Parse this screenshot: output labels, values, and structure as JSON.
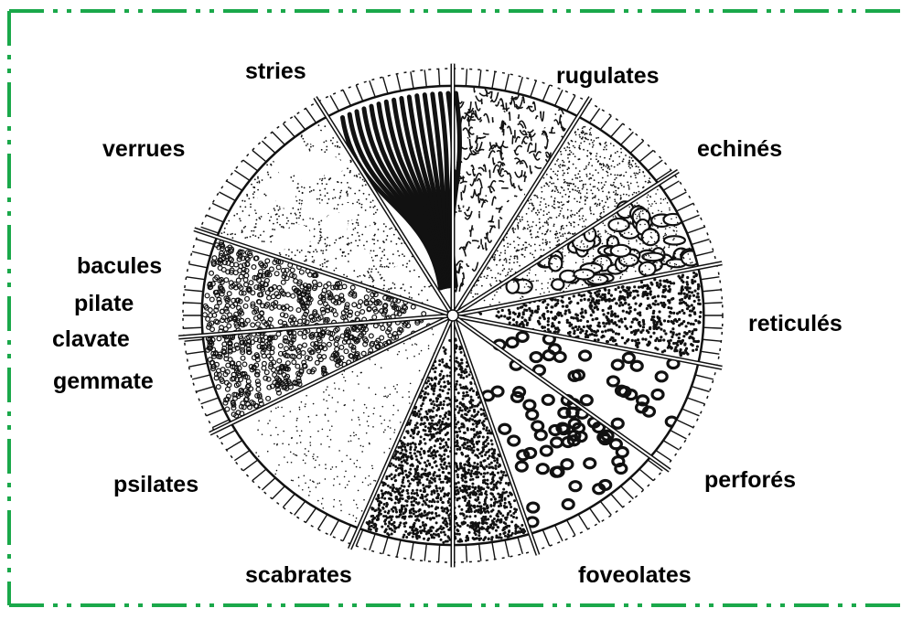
{
  "colors": {
    "border": "#1aa84a",
    "ink": "#111111",
    "background": "#ffffff"
  },
  "labels": {
    "stries": "stries",
    "rugulates": "rugulates",
    "verrues": "verrues",
    "echines": "echinés",
    "bacules": "bacules",
    "pilate": "pilate",
    "clavate": "clavate",
    "gemmate": "gemmate",
    "reticules": "reticulés",
    "psilates": "psilates",
    "perfores": "perforés",
    "scabrates": "scabrates",
    "foveolates": "foveolates"
  }
}
